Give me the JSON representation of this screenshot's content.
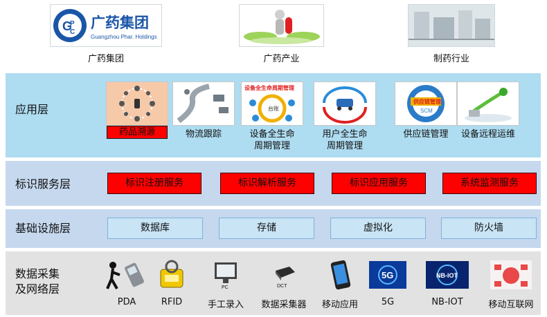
{
  "top": [
    {
      "label": "广药集团",
      "logo_text": "广药集团",
      "logo_sub": "Guangzhou Phar. Holdings"
    },
    {
      "label": "广药产业"
    },
    {
      "label": "制药行业"
    }
  ],
  "layers": {
    "app": {
      "title": "应用层",
      "items": [
        {
          "label": "药品溯源",
          "highlight": true
        },
        {
          "label": "物流跟踪"
        },
        {
          "label": "设备全生命\n周期管理",
          "thumb_top": "设备全生命周期管理",
          "thumb_mid": "台账"
        },
        {
          "label": "用户全生命\n周期管理"
        },
        {
          "label": "供应链管理",
          "thumb_mid": "供应链管理",
          "thumb_sub": "SCM"
        },
        {
          "label": "设备远程运维"
        }
      ]
    },
    "id": {
      "title": "标识服务层",
      "items": [
        "标识注册服务",
        "标识解析服务",
        "标识应用服务",
        "系统监测服务"
      ]
    },
    "base": {
      "title": "基础设施层",
      "items": [
        "数据库",
        "存储",
        "虚拟化",
        "防火墙"
      ]
    },
    "data": {
      "title_line1": "数据采集",
      "title_line2": "及网络层",
      "items": [
        {
          "label": "PDA",
          "icon": "pda-icon"
        },
        {
          "label": "RFID",
          "icon": "rfid-icon"
        },
        {
          "label": "手工录入",
          "icon": "pc-icon",
          "icon_text": "PC"
        },
        {
          "label": "数据采集器",
          "icon": "dct-icon",
          "icon_text": "DCT"
        },
        {
          "label": "移动应用",
          "icon": "phone-icon"
        },
        {
          "label": "5G",
          "icon": "5g-icon",
          "icon_text": "5G"
        },
        {
          "label": "NB-IOT",
          "icon": "nbiot-icon",
          "icon_text": "NB-IOT"
        },
        {
          "label": "移动互联网",
          "icon": "mobile-internet-icon"
        }
      ]
    }
  },
  "colors": {
    "app_band": "#aedcf1",
    "layer_band": "#c5d8ee",
    "data_band": "#e2e2e2",
    "red": "#ff0000",
    "blue_box": "#c8e4f5"
  }
}
